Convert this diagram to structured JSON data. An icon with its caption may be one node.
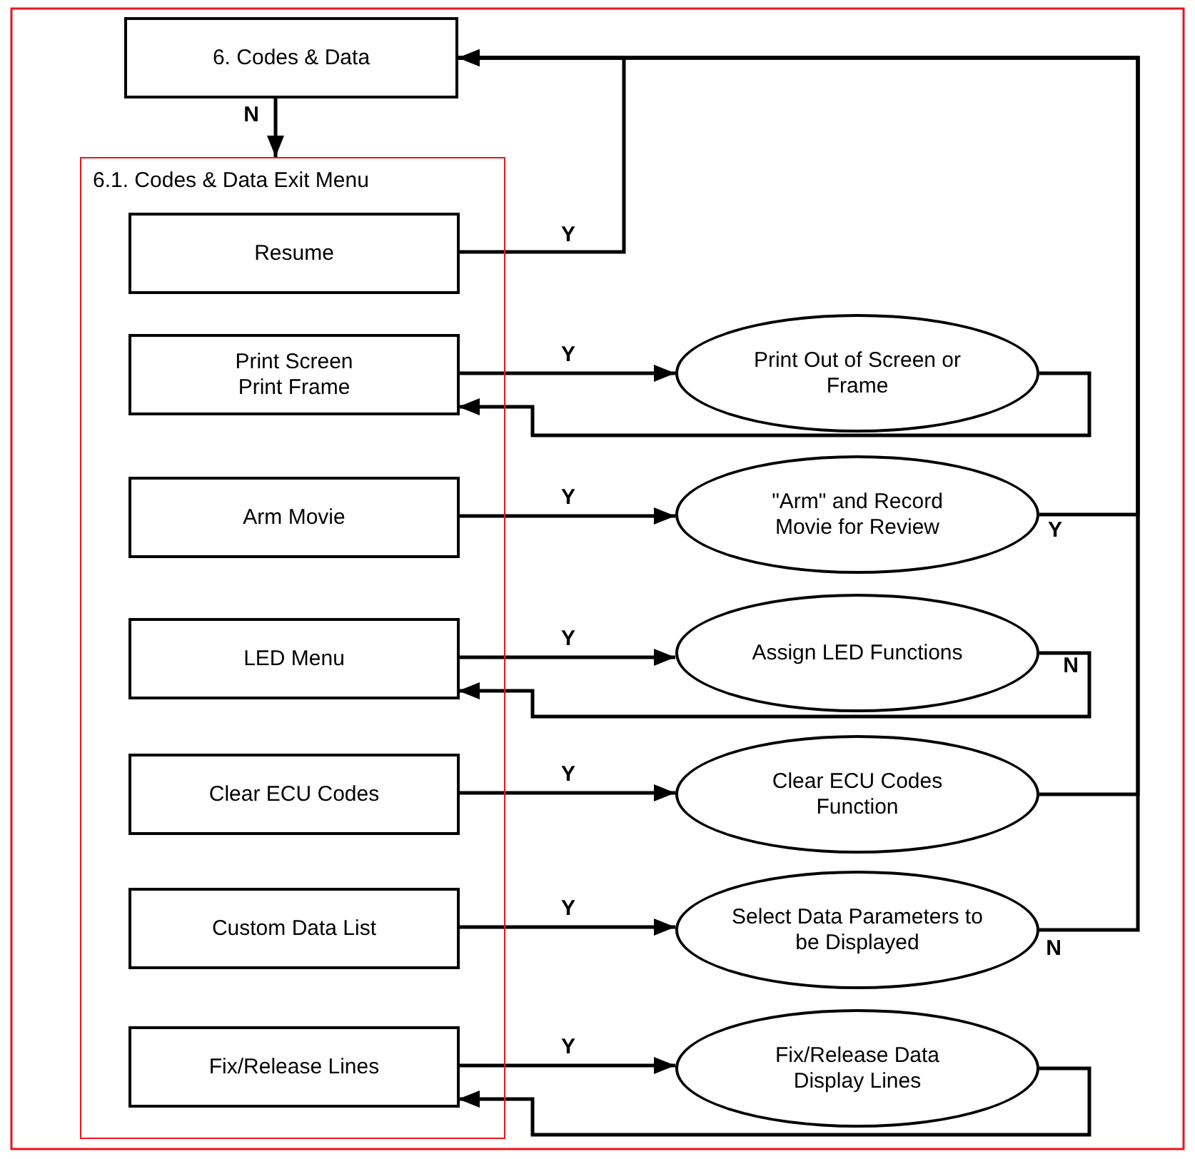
{
  "diagram": {
    "nodes": [
      {
        "text": [
          "6. Codes & Data"
        ]
      },
      {
        "text": [
          "6.1. Codes & Data Exit Menu"
        ]
      },
      {
        "text": [
          "Resume"
        ],
        "in": 1
      },
      {
        "text": [
          "Print Screen Print Frame"
        ],
        "in": 1
      },
      {
        "text": [
          "Arm Movie"
        ],
        "in": 1
      },
      {
        "text": [
          "LED Menu"
        ],
        "in": 1
      },
      {
        "text": [
          "Clear ECU Codes"
        ],
        "in": 1
      },
      {
        "text": [
          "Custom Data List"
        ],
        "in": 1
      },
      {
        "text": [
          "Fix/Release Lines"
        ],
        "in": 1
      },
      {
        "text": [
          "Print Out of Screen or Frame"
        ]
      },
      {
        "text": [
          "\"Arm\" and Record Movie for Review"
        ]
      },
      {
        "text": [
          "Assign LED Functions"
        ]
      },
      {
        "text": [
          "Clear ECU Codes Function"
        ]
      },
      {
        "text": [
          "Select Data Parameters to be Displayed"
        ]
      },
      {
        "text": [
          "Fix/Release Data Display Lines"
        ]
      }
    ],
    "edges": [
      {
        "from": 0,
        "to": 1,
        "arrow": "to",
        "label": "N"
      },
      {
        "from": 2,
        "to": 0,
        "arrow": "to",
        "label": "Y"
      },
      {
        "from": 3,
        "to": 9,
        "arrow": "to",
        "label": "Y"
      },
      {
        "from": 9,
        "to": 3,
        "arrow": "to"
      },
      {
        "from": 4,
        "to": 10,
        "arrow": "to",
        "label": "Y"
      },
      {
        "from": 10,
        "to": 0,
        "arrow": "to",
        "label": "Y"
      },
      {
        "from": 5,
        "to": 11,
        "arrow": "to",
        "label": "Y"
      },
      {
        "from": 11,
        "to": 5,
        "arrow": "to",
        "label": "N"
      },
      {
        "from": 6,
        "to": 12,
        "arrow": "to",
        "label": "Y"
      },
      {
        "from": 12,
        "to": 0,
        "arrow": "to"
      },
      {
        "from": 7,
        "to": 13,
        "arrow": "to",
        "label": "Y"
      },
      {
        "from": 13,
        "to": 0,
        "arrow": "to",
        "label": "N"
      },
      {
        "from": 8,
        "to": 14,
        "arrow": "to",
        "label": "Y"
      },
      {
        "from": 14,
        "to": 8,
        "arrow": "to"
      }
    ]
  }
}
